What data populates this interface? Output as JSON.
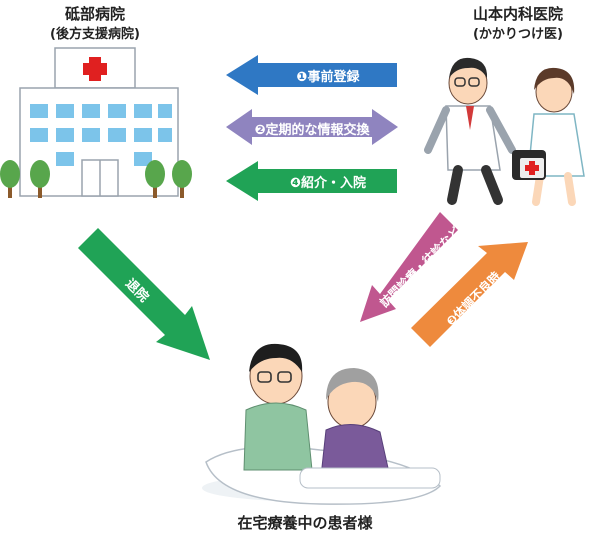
{
  "hospital": {
    "name": "砥部病院",
    "role": "(後方支援病院)"
  },
  "clinic": {
    "name": "山本内科医院",
    "role": "(かかりつけ医)"
  },
  "patient": {
    "label": "在宅療養中の患者様"
  },
  "arrows": {
    "registration": "❶事前登録",
    "info_exchange": "❷定期的な情報交換",
    "referral": "❹紹介・入院",
    "discharge": "退院",
    "home_visit": "訪問診療・往診など",
    "condition": "❸体調不良時"
  },
  "colors": {
    "blue": "#2f78c4",
    "purple": "#8f84bf",
    "green": "#20a356",
    "magenta": "#c0578f",
    "orange": "#ee8a3d"
  }
}
